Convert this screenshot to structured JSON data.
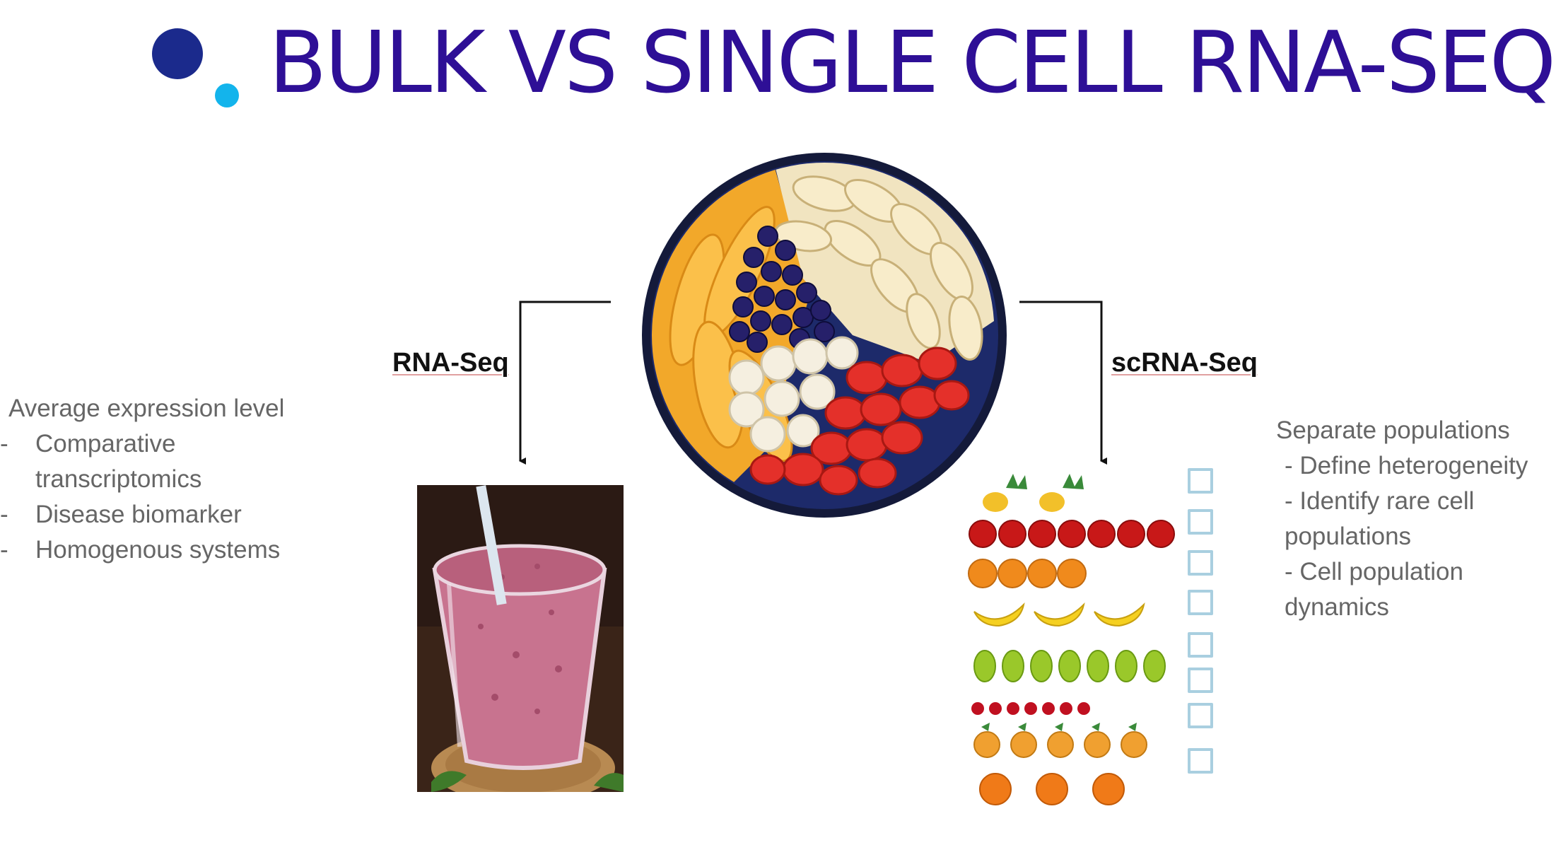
{
  "title": "BULK VS SINGLE CELL RNA-SEQ",
  "left": {
    "label": "RNA-Seq",
    "heading": "Average expression level",
    "bullets": [
      "Comparative",
      "transcriptomics",
      "Disease biomarker",
      "Homogenous systems"
    ]
  },
  "right": {
    "label": "scRNA-Seq",
    "heading": "Separate populations",
    "lines": [
      "- Define heterogeneity",
      "- Identify rare cell",
      "populations",
      "- Cell population",
      "dynamics"
    ]
  },
  "colors": {
    "title": "#2e0f96",
    "dot_large": "#1b2a8c",
    "dot_small": "#13b4ec",
    "body_text": "#666666"
  },
  "icons": {
    "fruit_bowl": "fruit-bowl-image",
    "smoothie": "smoothie-image",
    "separated_fruits": [
      "pineapple-icon",
      "apple-icon",
      "orange-icon",
      "banana-icon",
      "pear-icon",
      "cherry-icon",
      "peach-icon",
      "tangerine-icon"
    ],
    "checkbox_count": 8
  }
}
